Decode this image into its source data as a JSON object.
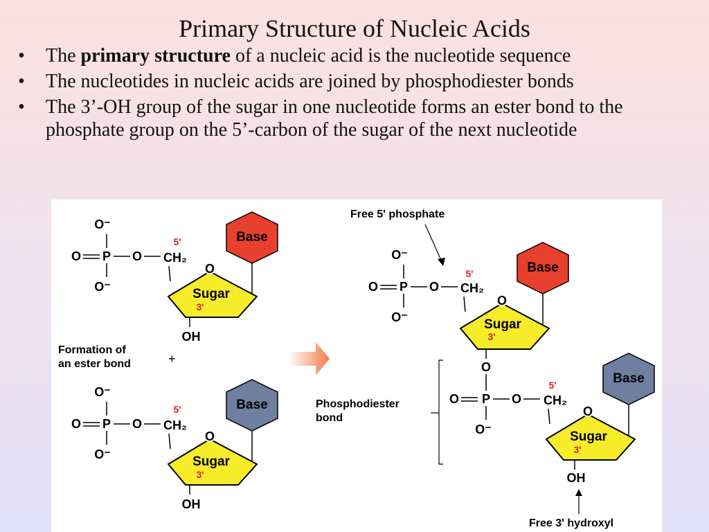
{
  "title": "Primary Structure of Nucleic Acids",
  "bullets": {
    "b1": {
      "pre": "The ",
      "bold": "primary structure",
      "post": " of a nucleic acid is the nucleotide sequence"
    },
    "b2": "The nucleotides in nucleic acids are joined by phosphodiester bonds",
    "b3": "The 3’-OH group of the sugar in one nucleotide forms an ester bond to the phosphate group on the 5’-carbon of the sugar of the next nucleotide"
  },
  "figure": {
    "labels": {
      "formation": [
        "Formation of",
        "an ester bond"
      ],
      "plus": "+",
      "free5": "Free 5' phosphate",
      "phosphodiester": [
        "Phosphodiester",
        "bond"
      ],
      "free3": "Free 3' hydroxyl"
    },
    "chem": {
      "base": "Base",
      "sugar": "Sugar",
      "o_minus": "O⁻",
      "o": "O",
      "p": "P",
      "ch2": "CH₂",
      "oh": "OH",
      "c5": "5'",
      "c3": "3'"
    },
    "colors": {
      "base_top": "#e8402e",
      "base_bottom": "#6e7fa0",
      "sugar": "#f7ec2a",
      "carbon_label": "#d62020",
      "arrow": "#f47a4a"
    }
  }
}
